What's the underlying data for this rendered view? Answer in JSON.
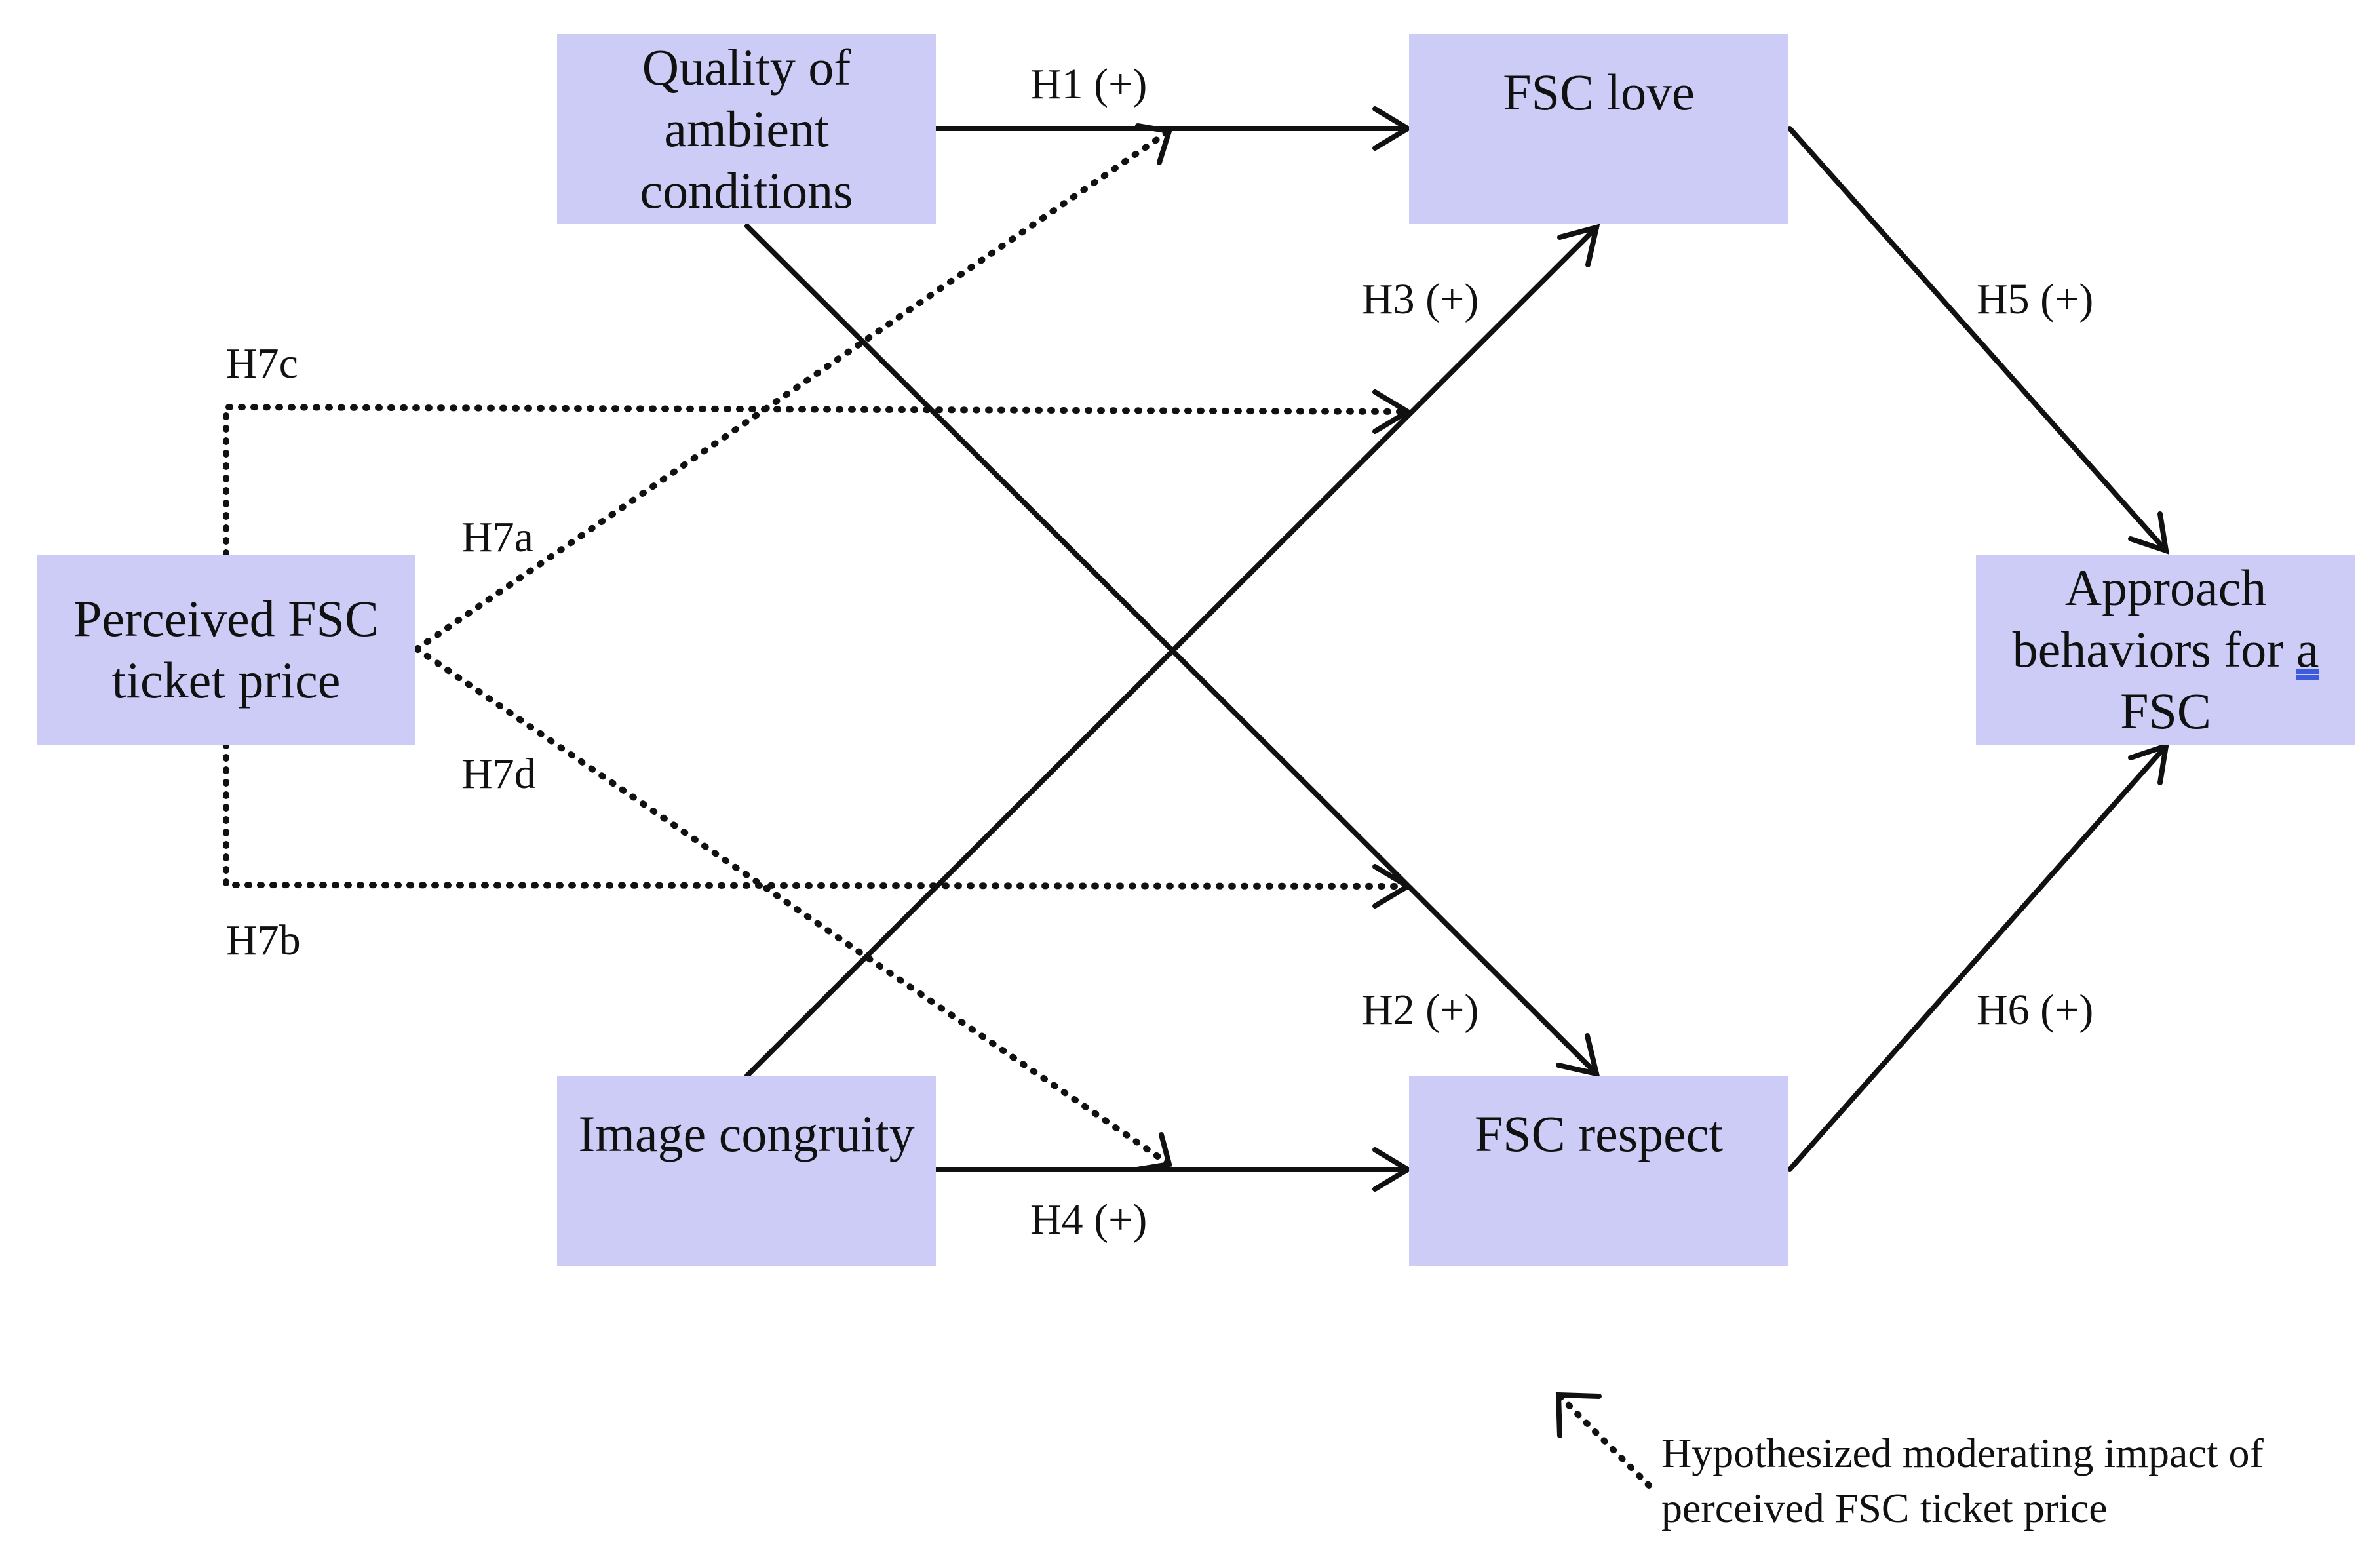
{
  "nodes": {
    "quality": [
      "Quality of",
      "ambient",
      "conditions"
    ],
    "love": "FSC love",
    "price": [
      "Perceived FSC",
      "ticket price"
    ],
    "approach": [
      "Approach",
      "behaviors for ",
      "a",
      "FSC"
    ],
    "congruity": "Image congruity",
    "respect": "FSC respect"
  },
  "labels": {
    "h1": "H1 (+)",
    "h2": "H2 (+)",
    "h3": "H3 (+)",
    "h4": "H4 (+)",
    "h5": "H5 (+)",
    "h6": "H6 (+)",
    "h7a": "H7a",
    "h7b": "H7b",
    "h7c": "H7c",
    "h7d": "H7d"
  },
  "legend": {
    "line1": "Hypothesized moderating impact of",
    "line2": "perceived FSC ticket price"
  },
  "colors": {
    "box_fill": "#ccccf7",
    "stroke": "#111111",
    "underline": "#3b5bdb"
  }
}
